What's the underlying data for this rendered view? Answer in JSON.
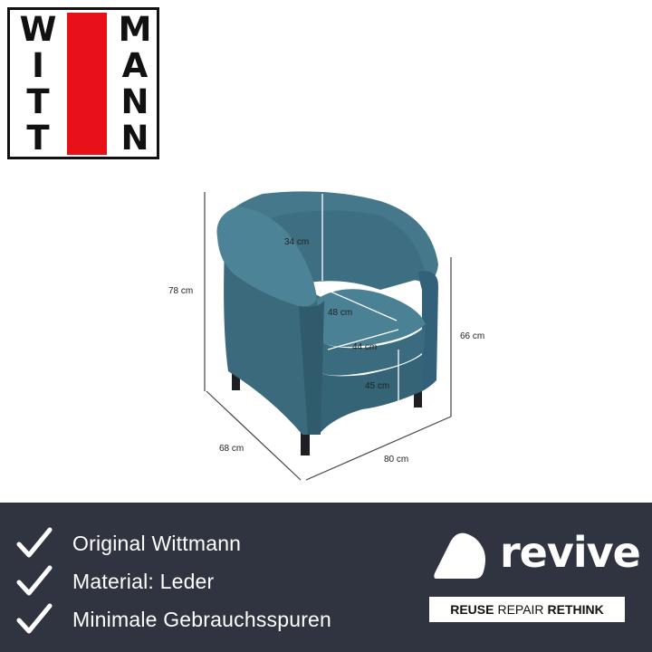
{
  "logo": {
    "left_letters": [
      "W",
      "I",
      "T",
      "T"
    ],
    "right_letters": [
      "M",
      "A",
      "N",
      "N"
    ],
    "brand_red": "#e8111a"
  },
  "dimensions": {
    "back_height": "34 cm",
    "total_height": "78 cm",
    "seat_depth": "48 cm",
    "seat_width": "44 cm",
    "arm_height": "66 cm",
    "seat_height": "45 cm",
    "depth": "68 cm",
    "width": "80 cm"
  },
  "chair_color": "#3e6e80",
  "footer": {
    "background": "#303440",
    "features": [
      "Original Wittmann",
      "Material: Leder",
      "Minimale Gebrauchsspuren"
    ],
    "icon": "check-icon"
  },
  "revive": {
    "wordmark": "revive",
    "tagline": [
      "REUSE",
      "REPAIR",
      "RETHINK"
    ]
  }
}
